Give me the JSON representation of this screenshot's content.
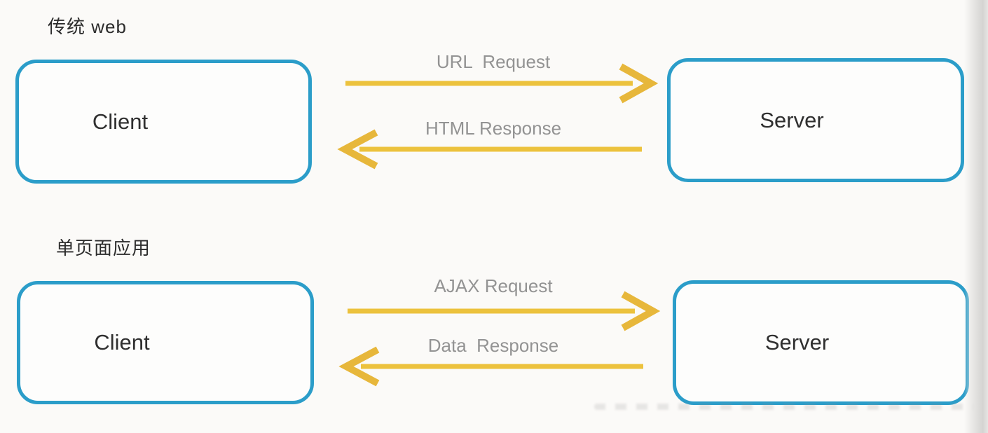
{
  "colors": {
    "background": "#fbfaf8",
    "box_border_cyan": "#2b9dc9",
    "arrow_gold": "#ecc23d",
    "arrow_head_gold": "#e7b73b",
    "arrow_label_gray": "#939393",
    "node_text": "#2f2f2f",
    "title_text": "#2c2c2c"
  },
  "diagram": {
    "sections": [
      {
        "title": "传统 web",
        "client": "Client",
        "server": "Server",
        "request": "URL  Request",
        "response": "HTML Response"
      },
      {
        "title": "单页面应用",
        "client": "Client",
        "server": "Server",
        "request": "AJAX Request",
        "response": "Data  Response"
      }
    ]
  }
}
